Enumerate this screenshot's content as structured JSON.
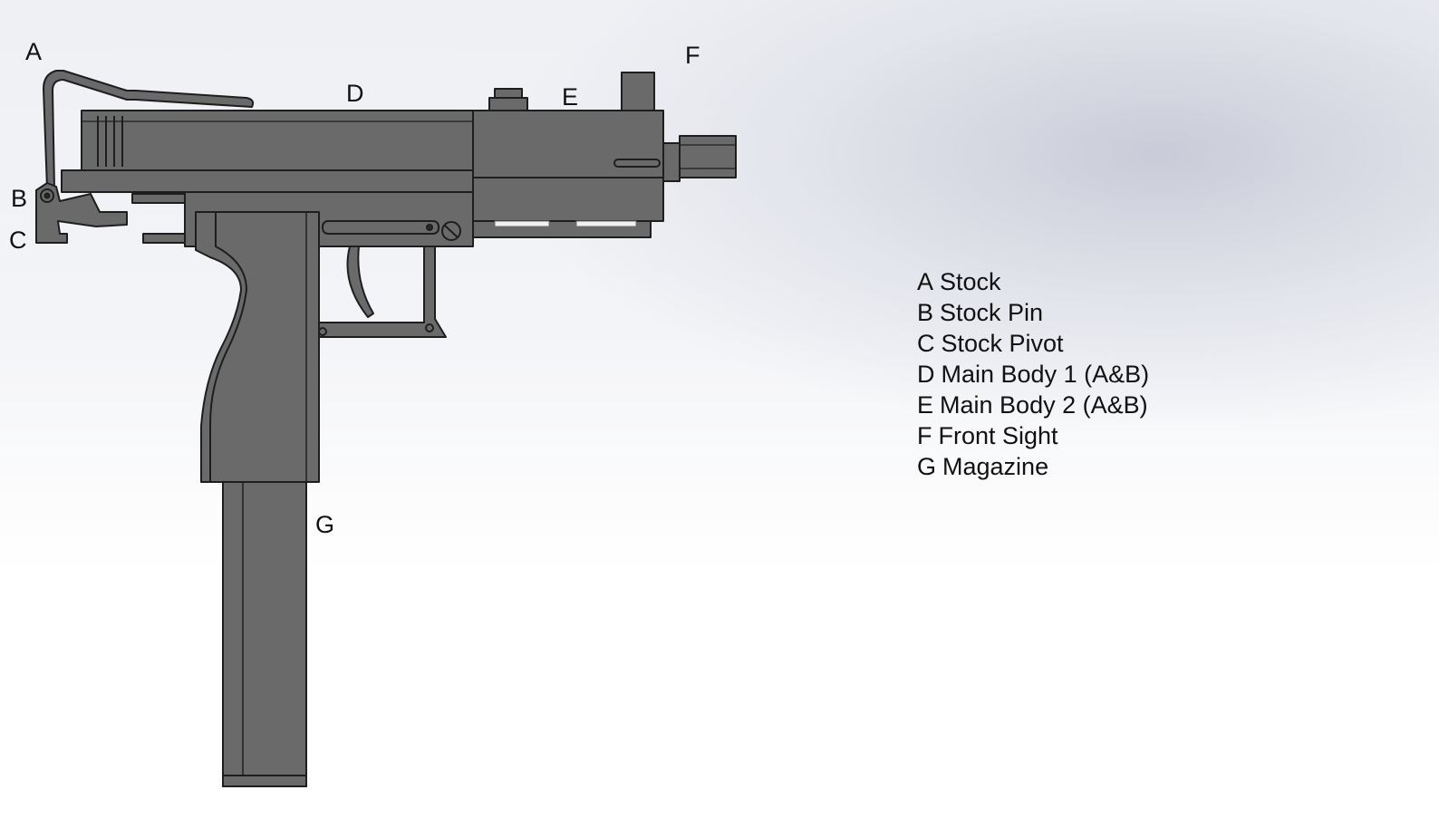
{
  "callouts": {
    "a": "A",
    "b": "B",
    "c": "C",
    "d": "D",
    "e": "E",
    "f": "F",
    "g": "G"
  },
  "legend": [
    {
      "letter": "A",
      "text": "Stock"
    },
    {
      "letter": "B",
      "text": "Stock Pin"
    },
    {
      "letter": "C",
      "text": "Stock Pivot"
    },
    {
      "letter": "D",
      "text": "Main Body 1 (A&B)"
    },
    {
      "letter": "E",
      "text": "Main Body 2 (A&B)"
    },
    {
      "letter": "F",
      "text": "Front Sight"
    },
    {
      "letter": "G",
      "text": "Magazine"
    }
  ],
  "colors": {
    "part_fill": "#6a6a6a",
    "part_edge": "#1e1e1e",
    "text": "#111111"
  }
}
